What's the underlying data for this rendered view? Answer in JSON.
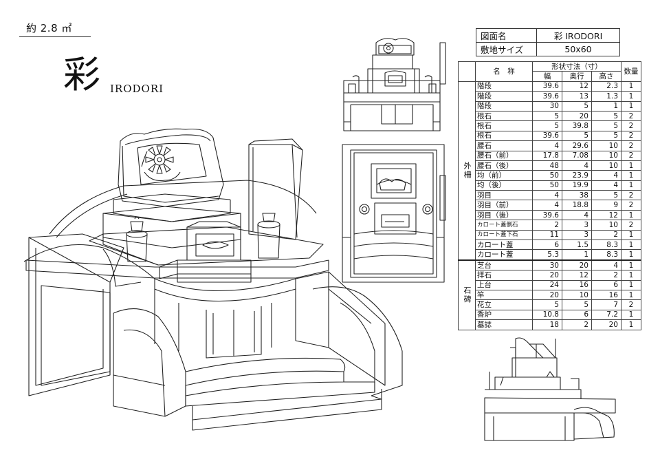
{
  "area_label": "約 2.8 ㎡",
  "product_name_kanji": "彩",
  "product_name_roman": "IRODORI",
  "info": {
    "drawing_name_label": "図面名",
    "drawing_name_value": "彩 IRODORI",
    "site_size_label": "敷地サイズ",
    "site_size_value": "50x60"
  },
  "spec_table": {
    "header_dimensions": "形状寸法（寸）",
    "header_name": "名　称",
    "header_width": "幅",
    "header_depth": "奥行",
    "header_height": "高さ",
    "header_qty": "数量",
    "groups": [
      {
        "label": "外柵",
        "rows": [
          {
            "name": "階段",
            "w": "39.6",
            "d": "12",
            "h": "2.3",
            "q": "1"
          },
          {
            "name": "階段",
            "w": "39.6",
            "d": "13",
            "h": "1.3",
            "q": "1"
          },
          {
            "name": "階段",
            "w": "30",
            "d": "5",
            "h": "1",
            "q": "1"
          },
          {
            "name": "根石",
            "w": "5",
            "d": "20",
            "h": "5",
            "q": "2"
          },
          {
            "name": "根石",
            "w": "5",
            "d": "39.8",
            "h": "5",
            "q": "2"
          },
          {
            "name": "根石",
            "w": "39.6",
            "d": "5",
            "h": "5",
            "q": "2"
          },
          {
            "name": "腰石",
            "w": "4",
            "d": "29.6",
            "h": "10",
            "q": "2"
          },
          {
            "name": "腰石（前）",
            "w": "17.8",
            "d": "7.08",
            "h": "10",
            "q": "2"
          },
          {
            "name": "腰石（後）",
            "w": "48",
            "d": "4",
            "h": "10",
            "q": "1"
          },
          {
            "name": "均（前）",
            "w": "50",
            "d": "23.9",
            "h": "4",
            "q": "1"
          },
          {
            "name": "均（後）",
            "w": "50",
            "d": "19.9",
            "h": "4",
            "q": "1"
          },
          {
            "name": "羽目",
            "w": "4",
            "d": "38",
            "h": "5",
            "q": "2"
          },
          {
            "name": "羽目（前）",
            "w": "4",
            "d": "18.8",
            "h": "9",
            "q": "2"
          },
          {
            "name": "羽目（後）",
            "w": "39.6",
            "d": "4",
            "h": "12",
            "q": "1"
          },
          {
            "name": "カロート蓋側石",
            "w": "2",
            "d": "3",
            "h": "10",
            "q": "2",
            "small": true
          },
          {
            "name": "カロート蓋下石",
            "w": "11",
            "d": "3",
            "h": "2",
            "q": "1",
            "small": true
          },
          {
            "name": "カロート蓋",
            "w": "6",
            "d": "1.5",
            "h": "8.3",
            "q": "1"
          },
          {
            "name": "カロート蓋",
            "w": "5.3",
            "d": "1",
            "h": "8.3",
            "q": "1"
          }
        ]
      },
      {
        "label": "石碑",
        "rows": [
          {
            "name": "芝台",
            "w": "30",
            "d": "20",
            "h": "4",
            "q": "1"
          },
          {
            "name": "拝石",
            "w": "20",
            "d": "12",
            "h": "2",
            "q": "1"
          },
          {
            "name": "上台",
            "w": "24",
            "d": "16",
            "h": "6",
            "q": "1"
          },
          {
            "name": "竿",
            "w": "20",
            "d": "10",
            "h": "16",
            "q": "1"
          },
          {
            "name": "花立",
            "w": "5",
            "d": "5",
            "h": "7",
            "q": "2"
          },
          {
            "name": "香炉",
            "w": "10.8",
            "d": "6",
            "h": "7.2",
            "q": "1"
          },
          {
            "name": "墓誌",
            "w": "18",
            "d": "2",
            "h": "20",
            "q": "1"
          }
        ]
      }
    ]
  }
}
